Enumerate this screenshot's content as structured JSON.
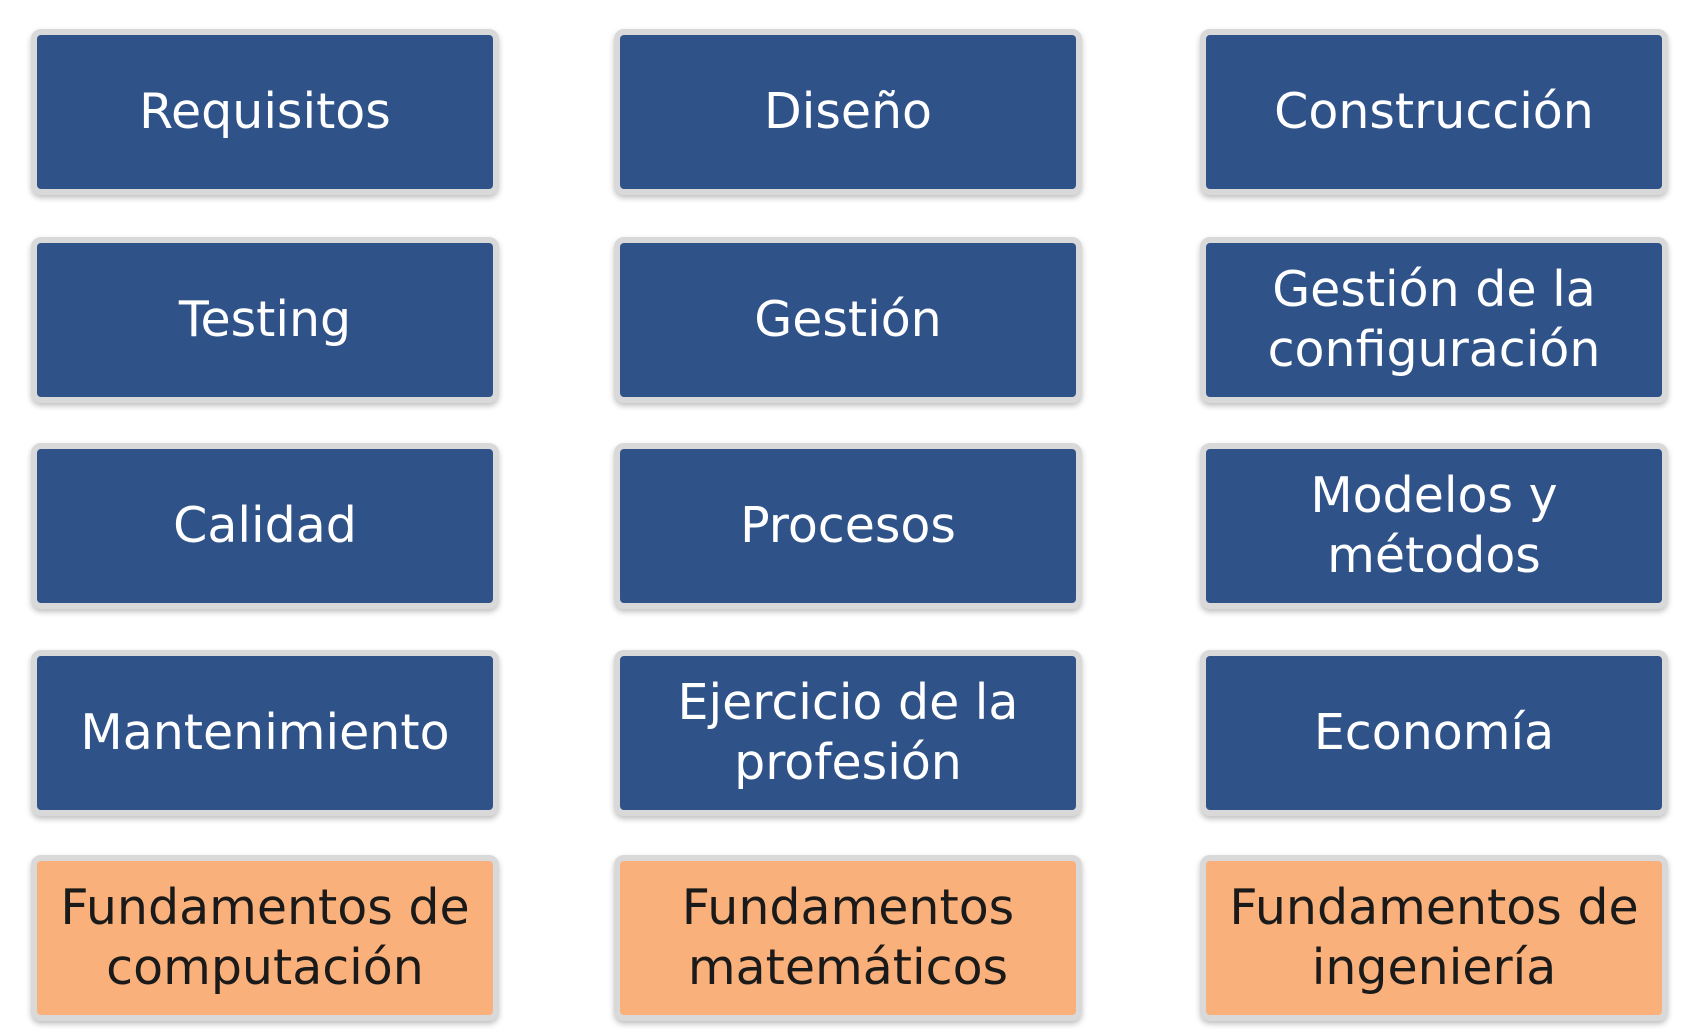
{
  "colors": {
    "knowledge_area_fill": "#2f5289",
    "foundation_fill": "#f9b07a",
    "knowledge_area_text": "#ffffff",
    "foundation_text": "#1a1a1a",
    "tile_border": "#d9d9d9"
  },
  "tiles": [
    {
      "label": "Requisitos",
      "kind": "knowledge-area"
    },
    {
      "label": "Diseño",
      "kind": "knowledge-area"
    },
    {
      "label": "Construcción",
      "kind": "knowledge-area"
    },
    {
      "label": "Testing",
      "kind": "knowledge-area"
    },
    {
      "label": "Gestión",
      "kind": "knowledge-area"
    },
    {
      "label": "Gestión de la\nconfiguración",
      "kind": "knowledge-area"
    },
    {
      "label": "Calidad",
      "kind": "knowledge-area"
    },
    {
      "label": "Procesos",
      "kind": "knowledge-area"
    },
    {
      "label": "Modelos y\nmétodos",
      "kind": "knowledge-area"
    },
    {
      "label": "Mantenimiento",
      "kind": "knowledge-area"
    },
    {
      "label": "Ejercicio de la\nprofesión",
      "kind": "knowledge-area"
    },
    {
      "label": "Economía",
      "kind": "knowledge-area"
    },
    {
      "label": "Fundamentos de\ncomputación",
      "kind": "foundation"
    },
    {
      "label": "Fundamentos\nmatemáticos",
      "kind": "foundation"
    },
    {
      "label": "Fundamentos de\ningeniería",
      "kind": "foundation"
    }
  ]
}
